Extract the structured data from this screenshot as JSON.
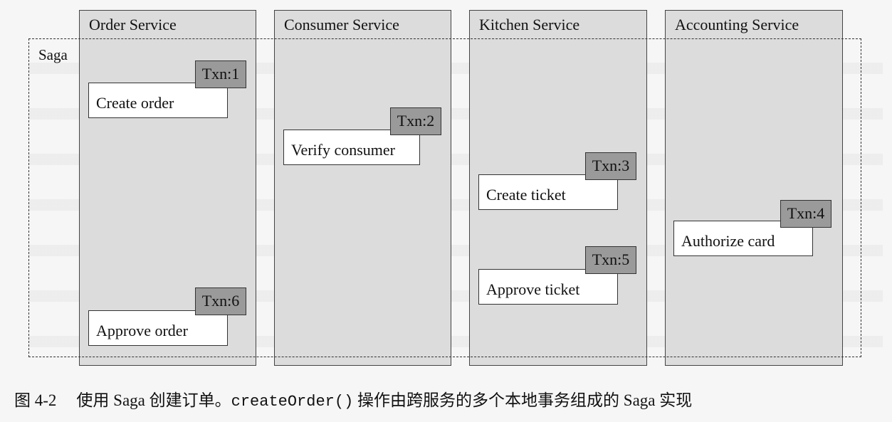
{
  "services": [
    {
      "title": "Order Service"
    },
    {
      "title": "Consumer Service"
    },
    {
      "title": "Kitchen Service"
    },
    {
      "title": "Accounting Service"
    }
  ],
  "saga": {
    "label": "Saga"
  },
  "steps": [
    {
      "label": "Create order",
      "txn": "Txn:1"
    },
    {
      "label": "Verify consumer",
      "txn": "Txn:2"
    },
    {
      "label": "Create ticket",
      "txn": "Txn:3"
    },
    {
      "label": "Authorize card",
      "txn": "Txn:4"
    },
    {
      "label": "Approve ticket",
      "txn": "Txn:5"
    },
    {
      "label": "Approve order",
      "txn": "Txn:6"
    }
  ],
  "caption": {
    "figure_no": "图 4-2",
    "text_before": "使用 Saga 创建订单。",
    "code": "createOrder()",
    "text_after": " 操作由跨服务的多个本地事务组成的 Saga 实现"
  }
}
